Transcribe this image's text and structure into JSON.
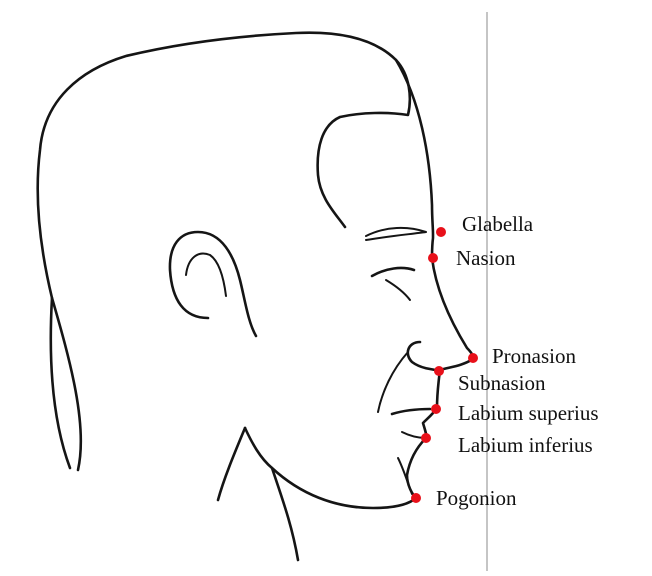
{
  "diagram": {
    "colors": {
      "landmark": "#e8101a",
      "line": "#151515",
      "reference_line": "#a6a6a6",
      "background": "#ffffff"
    },
    "landmarks": [
      {
        "id": "glabella",
        "label": "Glabella"
      },
      {
        "id": "nasion",
        "label": "Nasion"
      },
      {
        "id": "pronasion",
        "label": "Pronasion"
      },
      {
        "id": "subnasion",
        "label": "Subnasion"
      },
      {
        "id": "labium-superius",
        "label": "Labium superius"
      },
      {
        "id": "labium-inferius",
        "label": "Labium inferius"
      },
      {
        "id": "pogonion",
        "label": "Pogonion"
      }
    ]
  }
}
